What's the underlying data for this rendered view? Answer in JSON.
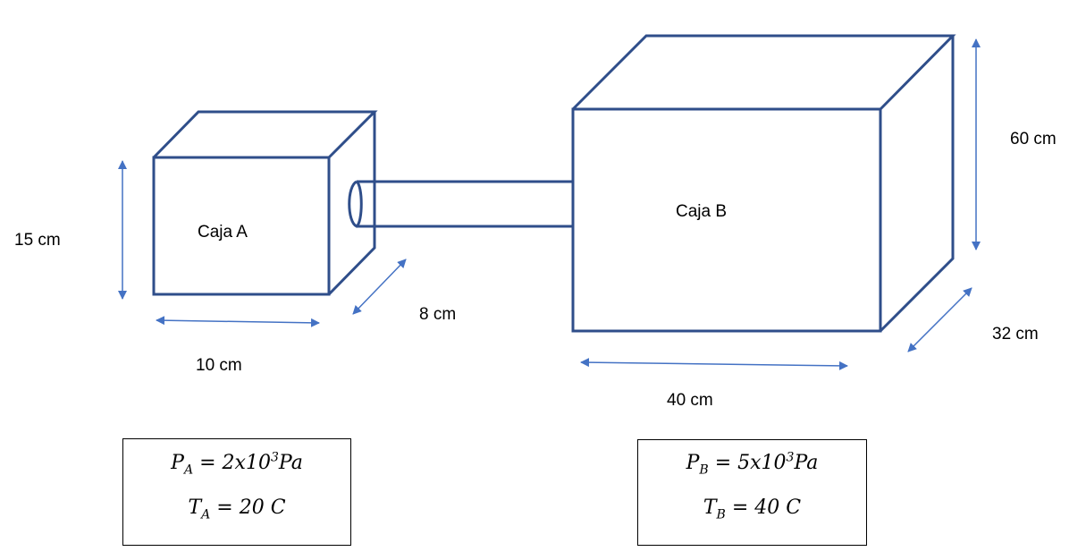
{
  "colors": {
    "outline": "#2F4E8A",
    "arrow": "#4472C4",
    "text": "#000000"
  },
  "diagram": {
    "box_a_label": "Caja A",
    "box_b_label": "Caja B",
    "dims": {
      "a_height": "15 cm",
      "a_width": "10 cm",
      "a_depth": "8 cm",
      "b_height": "60 cm",
      "b_width": "40 cm",
      "b_depth": "32 cm"
    }
  },
  "conditions": {
    "a": {
      "pressure_symbol": "P",
      "pressure_sub": "A",
      "pressure_mantissa": "2x10",
      "pressure_exp": "3",
      "pressure_unit": "Pa",
      "temp_symbol": "T",
      "temp_sub": "A",
      "temp_value": "20",
      "temp_unit": "C"
    },
    "b": {
      "pressure_symbol": "P",
      "pressure_sub": "B",
      "pressure_mantissa": "5x10",
      "pressure_exp": "3",
      "pressure_unit": "Pa",
      "temp_symbol": "T",
      "temp_sub": "B",
      "temp_value": "40",
      "temp_unit": "C"
    }
  }
}
